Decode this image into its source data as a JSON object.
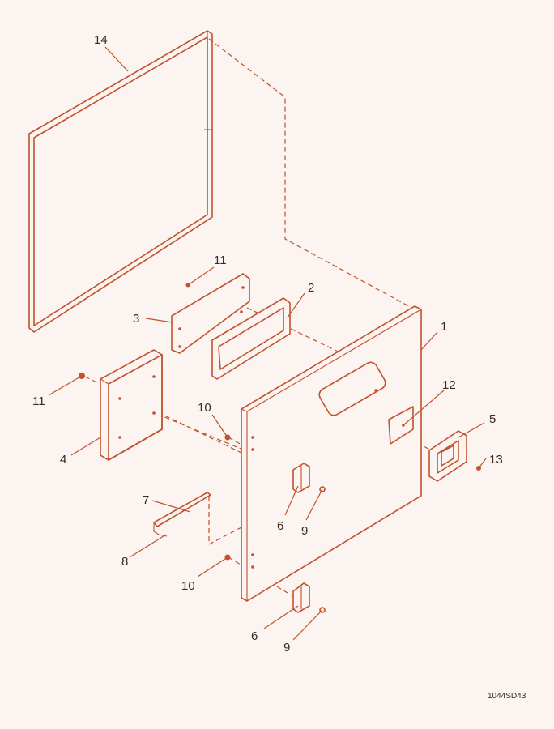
{
  "callouts": [
    {
      "id": "c14",
      "text": "14"
    },
    {
      "id": "c11a",
      "text": "11"
    },
    {
      "id": "c3",
      "text": "3"
    },
    {
      "id": "c2",
      "text": "2"
    },
    {
      "id": "c1",
      "text": "1"
    },
    {
      "id": "c12",
      "text": "12"
    },
    {
      "id": "c11b",
      "text": "11"
    },
    {
      "id": "c10a",
      "text": "10"
    },
    {
      "id": "c4",
      "text": "4"
    },
    {
      "id": "c5",
      "text": "5"
    },
    {
      "id": "c13",
      "text": "13"
    },
    {
      "id": "c7",
      "text": "7"
    },
    {
      "id": "c6a",
      "text": "6"
    },
    {
      "id": "c9a",
      "text": "9"
    },
    {
      "id": "c8",
      "text": "8"
    },
    {
      "id": "c10b",
      "text": "10"
    },
    {
      "id": "c6b",
      "text": "6"
    },
    {
      "id": "c9b",
      "text": "9"
    }
  ],
  "drawing_code": "1044SD43",
  "colors": {
    "line": "#c2512d",
    "background": "#fbf4f0",
    "text": "#3a2a24"
  }
}
